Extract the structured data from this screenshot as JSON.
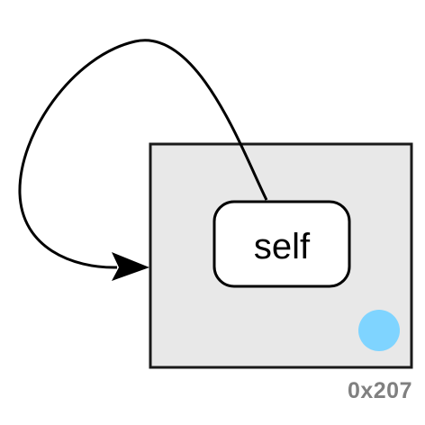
{
  "object": {
    "field_label": "self",
    "address": "0x207",
    "fill_color": "#e8e8e8",
    "border_color": "#1a1a1a",
    "marker_color": "#7fd4ff",
    "marker_icon": "blue-dot-icon"
  },
  "reference": {
    "from": "self",
    "to": "object",
    "arrow_color": "#000000"
  }
}
